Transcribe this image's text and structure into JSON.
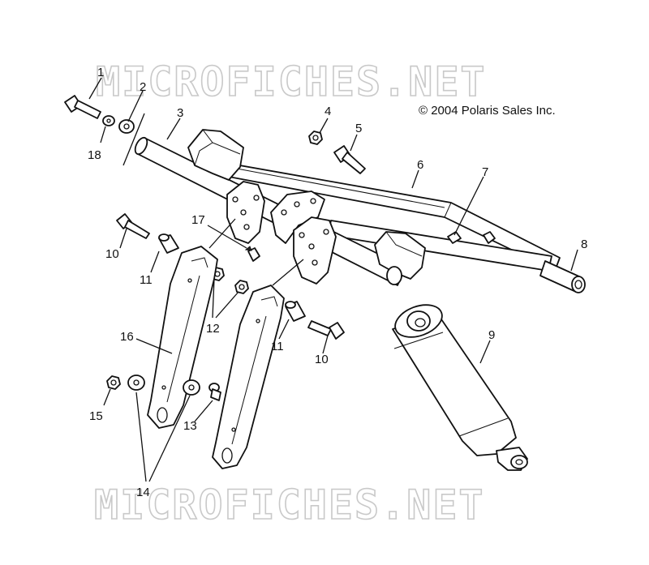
{
  "watermark": "MICROFICHES.NET",
  "copyright": "© 2004 Polaris Sales Inc.",
  "callouts": [
    "1",
    "2",
    "3",
    "4",
    "5",
    "6",
    "7",
    "8",
    "9",
    "10",
    "10",
    "11",
    "11",
    "12",
    "13",
    "14",
    "15",
    "16",
    "17",
    "18"
  ]
}
